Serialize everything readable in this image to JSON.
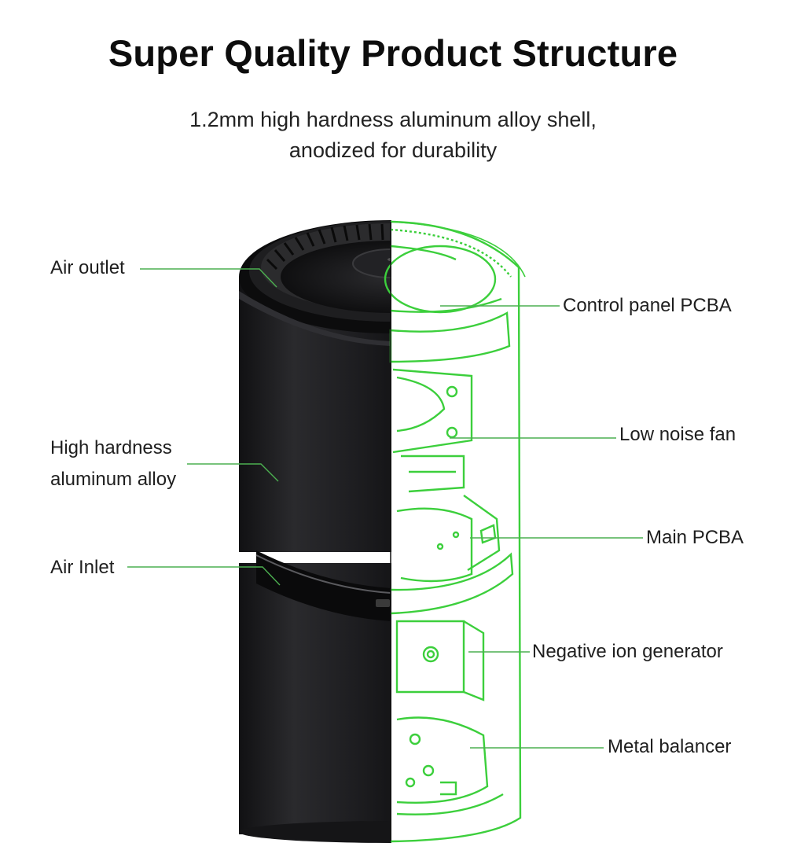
{
  "header": {
    "title": "Super Quality Product Structure",
    "subtitle_line1": "1.2mm high hardness aluminum alloy shell,",
    "subtitle_line2": "anodized for durability"
  },
  "labels_left": {
    "air_outlet": "Air outlet",
    "shell_line1": "High hardness",
    "shell_line2": "aluminum alloy",
    "air_inlet": "Air Inlet"
  },
  "labels_right": {
    "control_panel": "Control panel PCBA",
    "fan": "Low noise fan",
    "main_pcba": "Main PCBA",
    "ion_generator": "Negative ion generator",
    "balancer": "Metal balancer"
  },
  "colors": {
    "shell": "#1c1c1e",
    "wireframe": "#3ccf3c",
    "leader_line": "#4caf50"
  }
}
